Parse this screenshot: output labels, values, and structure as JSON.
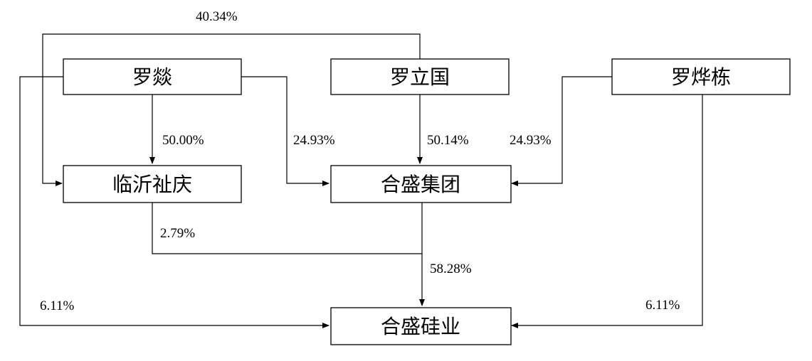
{
  "entities": {
    "luo_yan": "罗燚",
    "luo_liguo": "罗立国",
    "luo_yedong": "罗烨栋",
    "linyi_zhiqing": "临沂祉庆",
    "hesheng_group": "合盛集团",
    "hesheng_silicon": "合盛硅业"
  },
  "shareholdings": {
    "luo_liguo_to_linyi_zhiqing": "40.34%",
    "luo_yan_to_linyi_zhiqing": "50.00%",
    "luo_yan_to_hesheng_group": "24.93%",
    "luo_liguo_to_hesheng_group": "50.14%",
    "luo_yedong_to_hesheng_group": "24.93%",
    "linyi_zhiqing_to_hesheng_silicon": "2.79%",
    "hesheng_group_to_hesheng_silicon": "58.28%",
    "luo_yan_to_hesheng_silicon": "6.11%",
    "luo_yedong_to_hesheng_silicon": "6.11%"
  }
}
